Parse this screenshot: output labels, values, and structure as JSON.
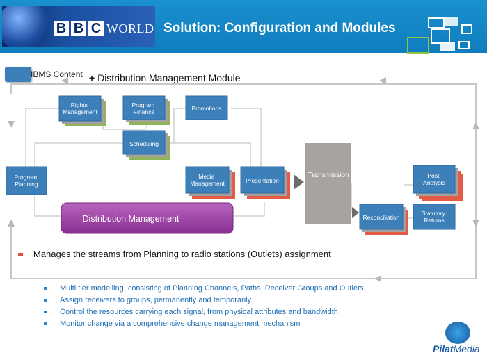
{
  "header": {
    "logo_text": "BBC WORLD SERVICE",
    "logo_letters": [
      "B",
      "B",
      "C"
    ],
    "logo_words": "WORLD SERVICE",
    "title": "Solution: Configuration and Modules"
  },
  "legend": {
    "swatch_label": "IBMS Content",
    "plus": "+",
    "module_label": "Distribution Management Module",
    "swatch_color": "#3d7fb8"
  },
  "diagram": {
    "boxes": {
      "rights_management": "Rights Management",
      "program_finance": "Program Finance",
      "promotions": "Promotions",
      "scheduling": "Scheduling",
      "program_planning": "Program Planning",
      "media_management": "Media Management",
      "presentation": "Presentation",
      "transmission": "Transmission",
      "reconciliation": "Reconciliation",
      "post_analysis": "Post Analysis",
      "statutory_returns": "Statutory Returns",
      "distribution_management": "Distribution Management"
    },
    "colors": {
      "box": "#3d7fb8",
      "distribution": "#9b3fa0",
      "transmission": "#a8a2a0",
      "loop": "#c0c0c0"
    }
  },
  "main_bullet": "Manages the streams from Planning to radio stations (Outlets) assignment",
  "sub_bullets": [
    "Multi tier modelling, consisting of Planning Channels, Paths, Receiver Groups and Outlets.",
    "Assign receivers to groups, permanently and temporarily",
    "Control the resources carrying each signal, from physical attributes and bandwidth",
    "Monitor change via a comprehensive change management mechanism"
  ],
  "footer": {
    "brand_part1": "Pilat",
    "brand_part2": "Media"
  }
}
